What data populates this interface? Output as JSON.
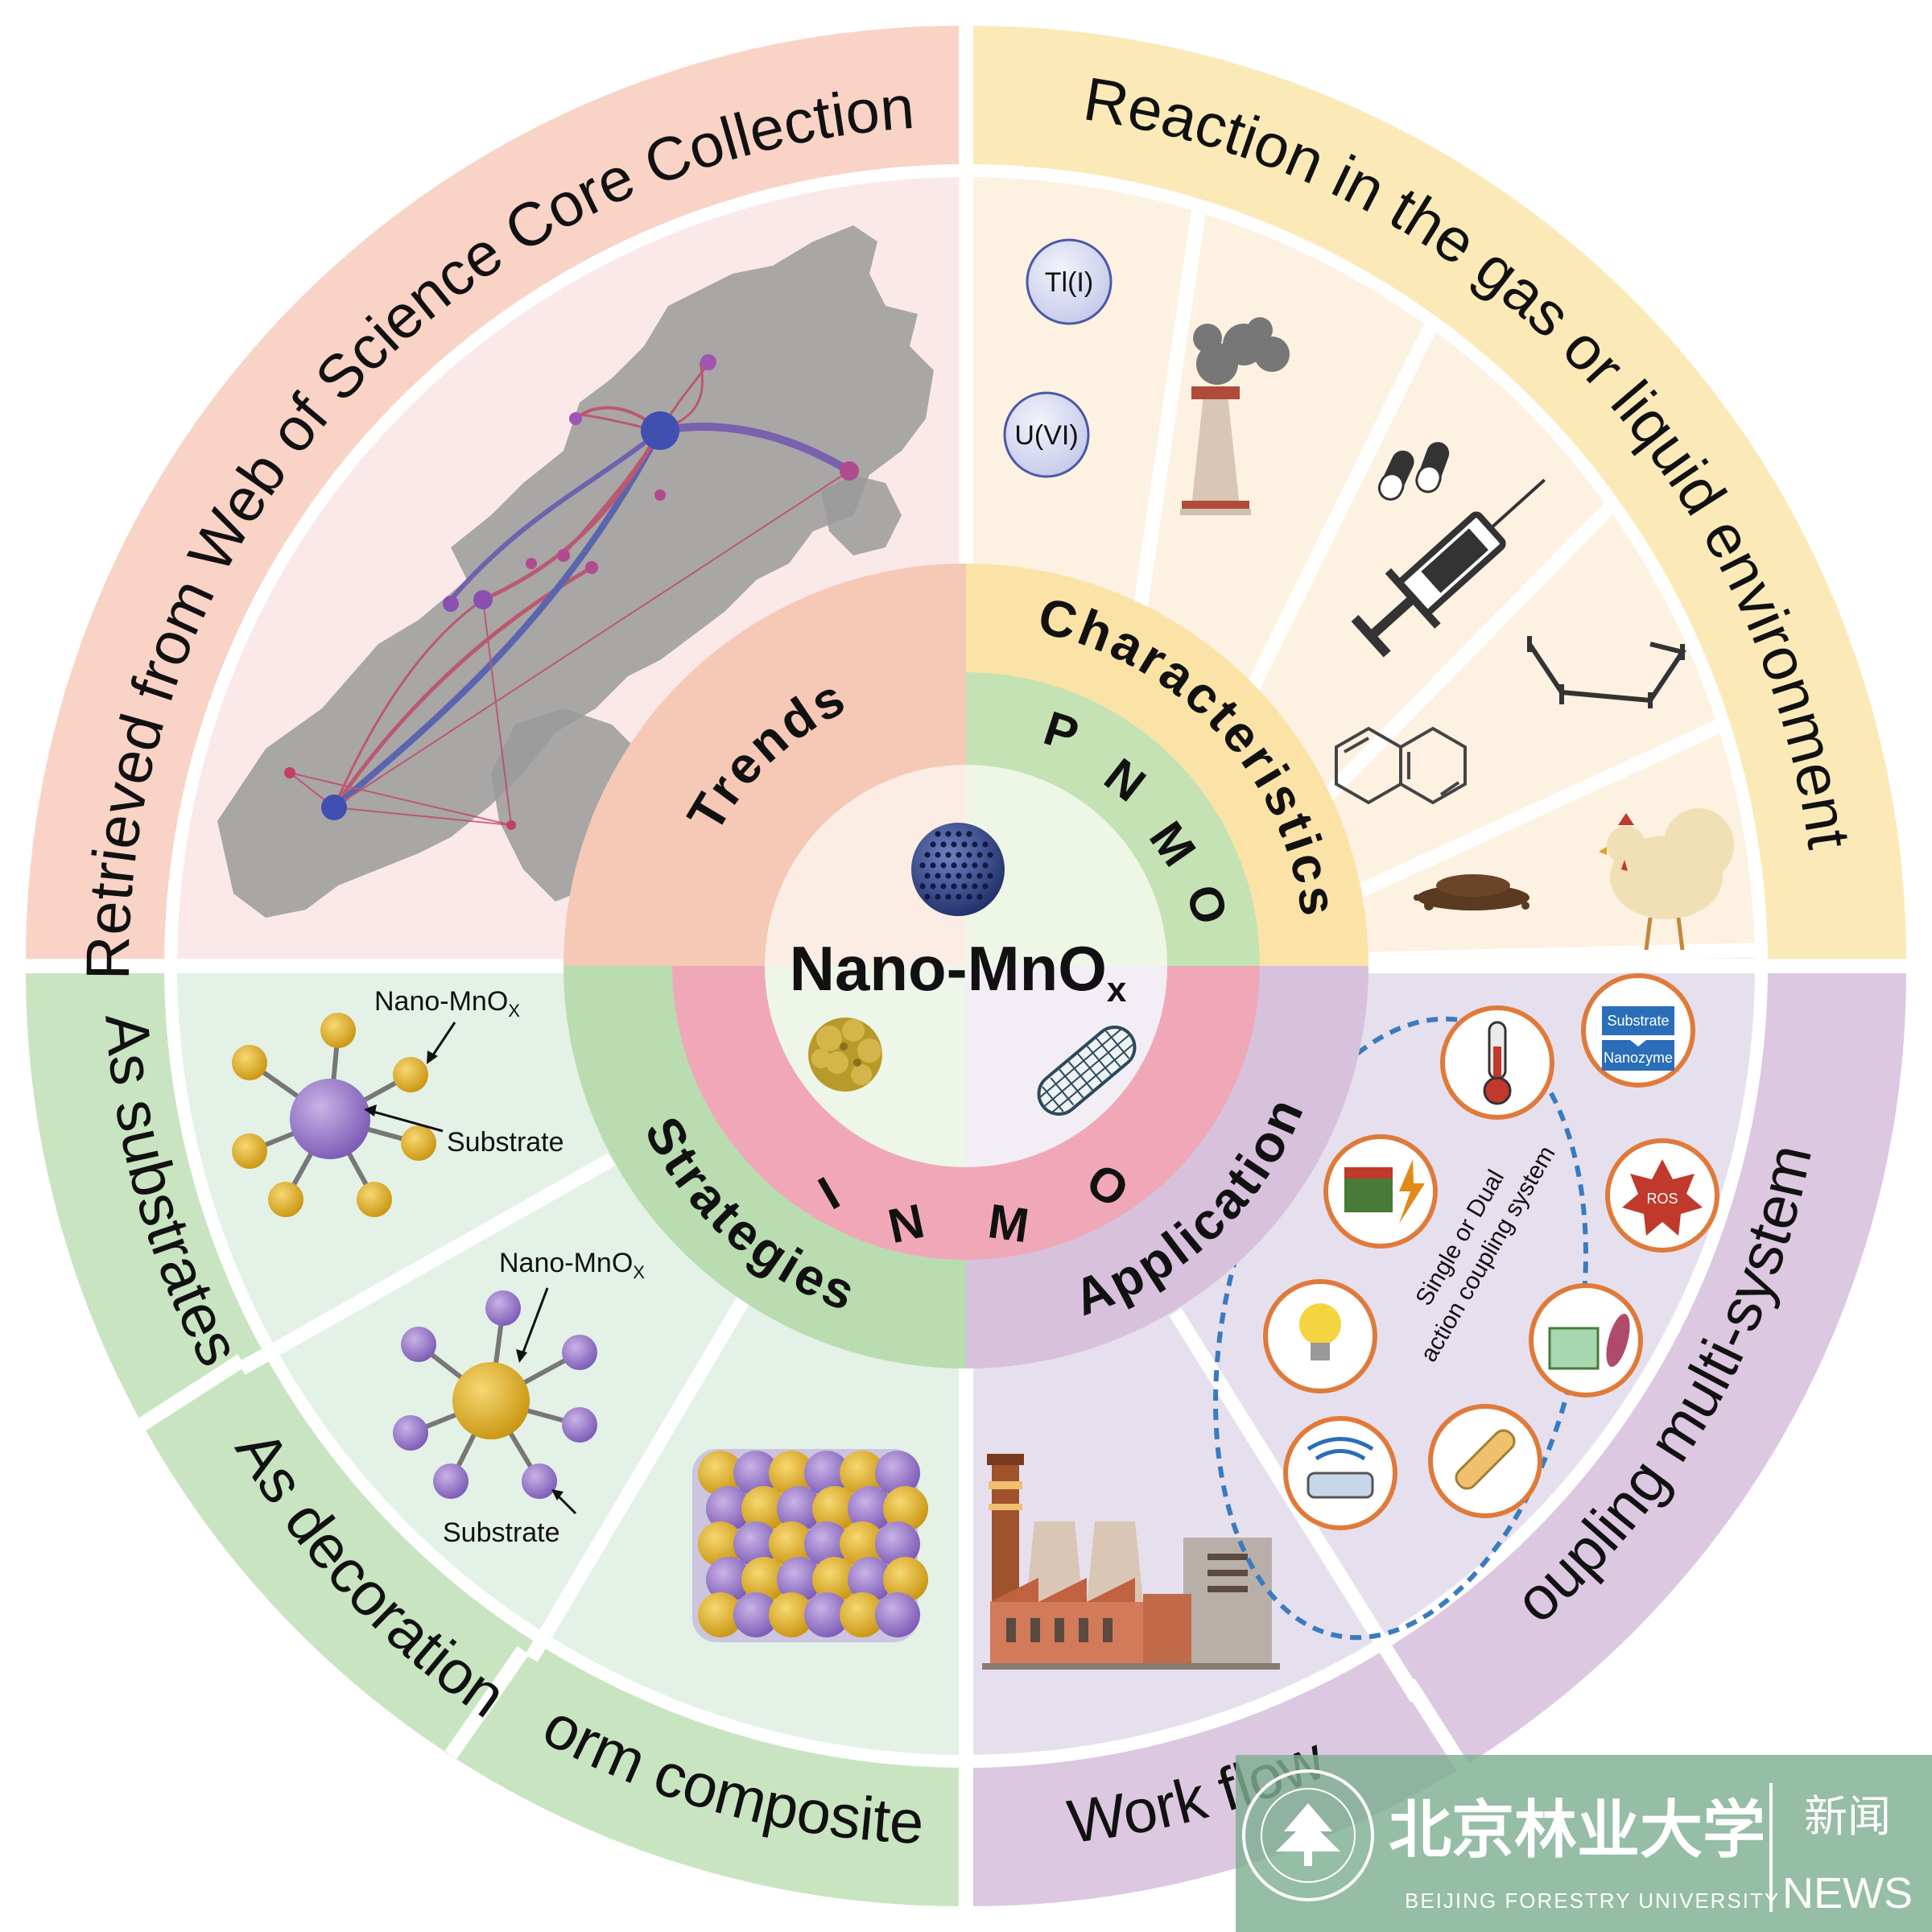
{
  "center": {
    "title": "Nano-MnO",
    "subscript": "x"
  },
  "inner_quadrants": {
    "trends": "Trends",
    "characteristics": "Characteristics",
    "strategies": "Strategies",
    "application": "Application"
  },
  "ring_letters": {
    "pnmo": [
      "P",
      "N",
      "M",
      "O"
    ],
    "inmo": [
      "I",
      "N",
      "M",
      "O"
    ]
  },
  "outer_bands": {
    "top_left": "Retrieved from Web of Science Core Collection",
    "top_right": "Reaction in the gas or liquid environment",
    "bl_1": "As substrates",
    "bl_2": "As decoration",
    "bl_3": "Form composites",
    "br_1": "Coupling multi-systems",
    "br_2": "Work flow"
  },
  "ions": [
    "Tl(I)",
    "U(VI)"
  ],
  "substrates_panel": {
    "nano_label": "Nano-MnO",
    "nano_sub": "X",
    "substrate_label": "Substrate"
  },
  "decoration_panel": {
    "nano_label": "Nano-MnO",
    "nano_sub": "X",
    "substrate_label": "Substrate"
  },
  "coupling_panel": {
    "system_label_1": "Single or Dual",
    "system_label_2": "action coupling system",
    "substrate_box": "Substrate",
    "nanozyme_box": "Nanozyme",
    "ros": "ROS"
  },
  "watermark": {
    "chinese_name": "北京林业大学",
    "english_name": "BEIJING FORESTRY UNIVERSITY",
    "news_cn": "新闻",
    "news_en": "NEWS"
  },
  "colors": {
    "trends": "#f6c8b6",
    "characteristics": "#fbe3a8",
    "strategies": "#b9dcb0",
    "application": "#d7c1dd",
    "pnmo_ring": "#c5e2b4",
    "inmo_ring": "#f0a8b8",
    "outer_top_left": "#f8d3c6",
    "outer_top_right": "#fbeab8",
    "outer_bottom_left": "#c9e4c1",
    "outer_bottom_right": "#dcc8e0",
    "mid_top_left": "#fbe9ea",
    "mid_top_right": "#fdf1e2",
    "mid_bottom_left": "#e3f1e7",
    "mid_bottom_right": "#e6e0ee"
  }
}
